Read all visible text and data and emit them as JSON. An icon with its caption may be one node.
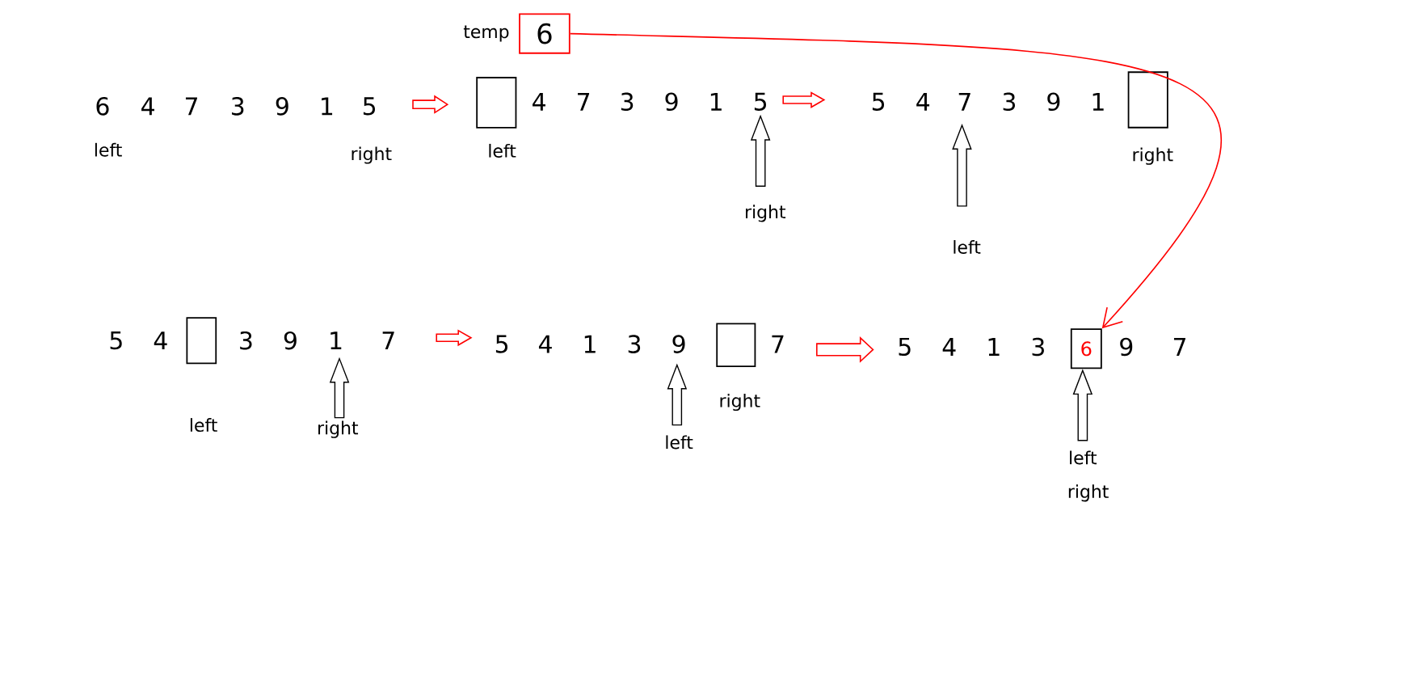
{
  "diagram": {
    "nodes": [
      {
        "text": [
          "6"
        ],
        "beside": [
          "temp"
        ]
      },
      {
        "text": [],
        "shape": "box"
      },
      {
        "text": [],
        "shape": "box"
      },
      {
        "text": [],
        "shape": "box"
      },
      {
        "text": [],
        "shape": "box"
      },
      {
        "text": [
          "6"
        ]
      }
    ],
    "edges": [
      {
        "from": 0,
        "to": 5,
        "arrow": "to"
      }
    ],
    "labels": [
      "6",
      "4",
      "7",
      "3",
      "9",
      "1",
      "5",
      "left",
      "right",
      "4",
      "7",
      "3",
      "9",
      "1",
      "5",
      "left",
      "right",
      "5",
      "4",
      "7",
      "3",
      "9",
      "1",
      "right",
      "left",
      "5",
      "4",
      "3",
      "9",
      "1",
      "7",
      "left",
      "right",
      "5",
      "4",
      "1",
      "3",
      "9",
      "7",
      "right",
      "left",
      "5",
      "4",
      "1",
      "3",
      "9",
      "7",
      "left",
      "right"
    ]
  }
}
